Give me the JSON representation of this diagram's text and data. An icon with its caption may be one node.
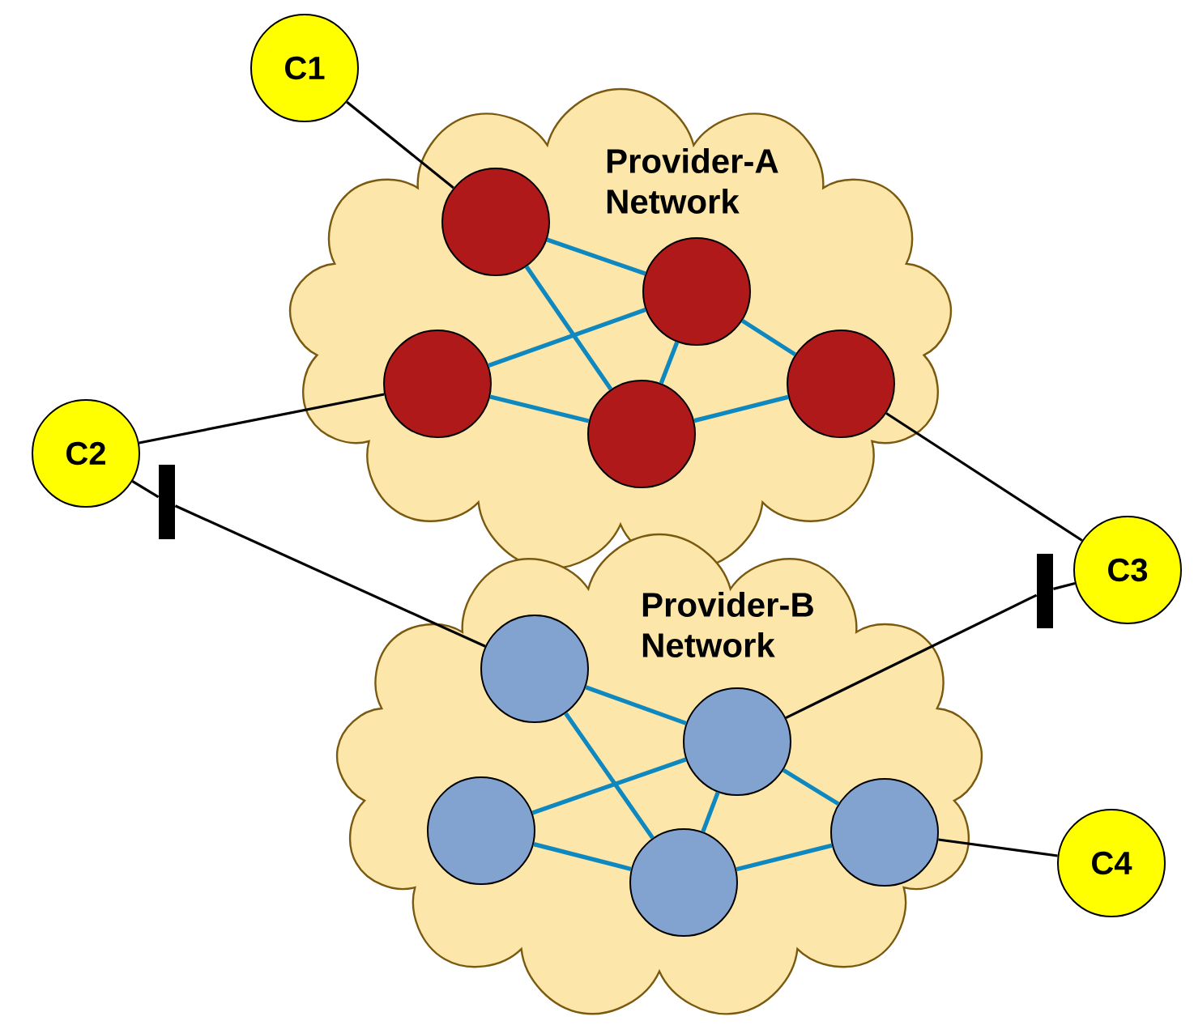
{
  "diagram": {
    "nodes": [
      {
        "text": [
          "Provider-A Network"
        ]
      },
      {
        "text": [],
        "shape": "circle",
        "in": 0
      },
      {
        "text": [],
        "shape": "circle",
        "in": 0
      },
      {
        "text": [],
        "shape": "circle",
        "in": 0
      },
      {
        "text": [],
        "shape": "circle",
        "in": 0
      },
      {
        "text": [],
        "shape": "circle",
        "in": 0
      },
      {
        "text": [
          "Provider-B Network"
        ]
      },
      {
        "text": [],
        "shape": "circle",
        "in": 6
      },
      {
        "text": [],
        "shape": "circle",
        "in": 6
      },
      {
        "text": [],
        "shape": "circle",
        "in": 6
      },
      {
        "text": [],
        "shape": "circle",
        "in": 6
      },
      {
        "text": [],
        "shape": "circle",
        "in": 6
      },
      {
        "text": [
          "C1"
        ]
      },
      {
        "text": [
          "C2"
        ]
      },
      {
        "text": [
          "C3"
        ]
      },
      {
        "text": [
          "C4"
        ]
      },
      {
        "text": [],
        "shape": "bar"
      },
      {
        "text": [],
        "shape": "bar"
      }
    ],
    "edges": [
      {
        "from": 2,
        "to": 4,
        "arrow": "none"
      },
      {
        "from": 2,
        "to": 3,
        "arrow": "none"
      },
      {
        "from": 1,
        "to": 4,
        "arrow": "none"
      },
      {
        "from": 1,
        "to": 3,
        "arrow": "none"
      },
      {
        "from": 3,
        "to": 4,
        "arrow": "none"
      },
      {
        "from": 4,
        "to": 5,
        "arrow": "none"
      },
      {
        "from": 3,
        "to": 5,
        "arrow": "none"
      },
      {
        "from": 8,
        "to": 10,
        "arrow": "none"
      },
      {
        "from": 8,
        "to": 9,
        "arrow": "none"
      },
      {
        "from": 7,
        "to": 10,
        "arrow": "none"
      },
      {
        "from": 7,
        "to": 9,
        "arrow": "none"
      },
      {
        "from": 9,
        "to": 10,
        "arrow": "none"
      },
      {
        "from": 10,
        "to": 11,
        "arrow": "none"
      },
      {
        "from": 9,
        "to": 11,
        "arrow": "none"
      },
      {
        "from": 12,
        "to": 2,
        "arrow": "none",
        "color": "#000000"
      },
      {
        "from": 13,
        "to": 1,
        "arrow": "none",
        "color": "#000000"
      },
      {
        "from": 5,
        "to": 14,
        "arrow": "none",
        "color": "#000000"
      },
      {
        "from": 13,
        "to": 16,
        "arrow": "none",
        "color": "#000000"
      },
      {
        "from": 16,
        "to": 8,
        "arrow": "none",
        "color": "#000000"
      },
      {
        "from": 14,
        "to": 17,
        "arrow": "none",
        "color": "#000000"
      },
      {
        "from": 17,
        "to": 10,
        "arrow": "none",
        "color": "#000000"
      },
      {
        "from": 11,
        "to": 15,
        "arrow": "none",
        "color": "#000000"
      }
    ]
  }
}
